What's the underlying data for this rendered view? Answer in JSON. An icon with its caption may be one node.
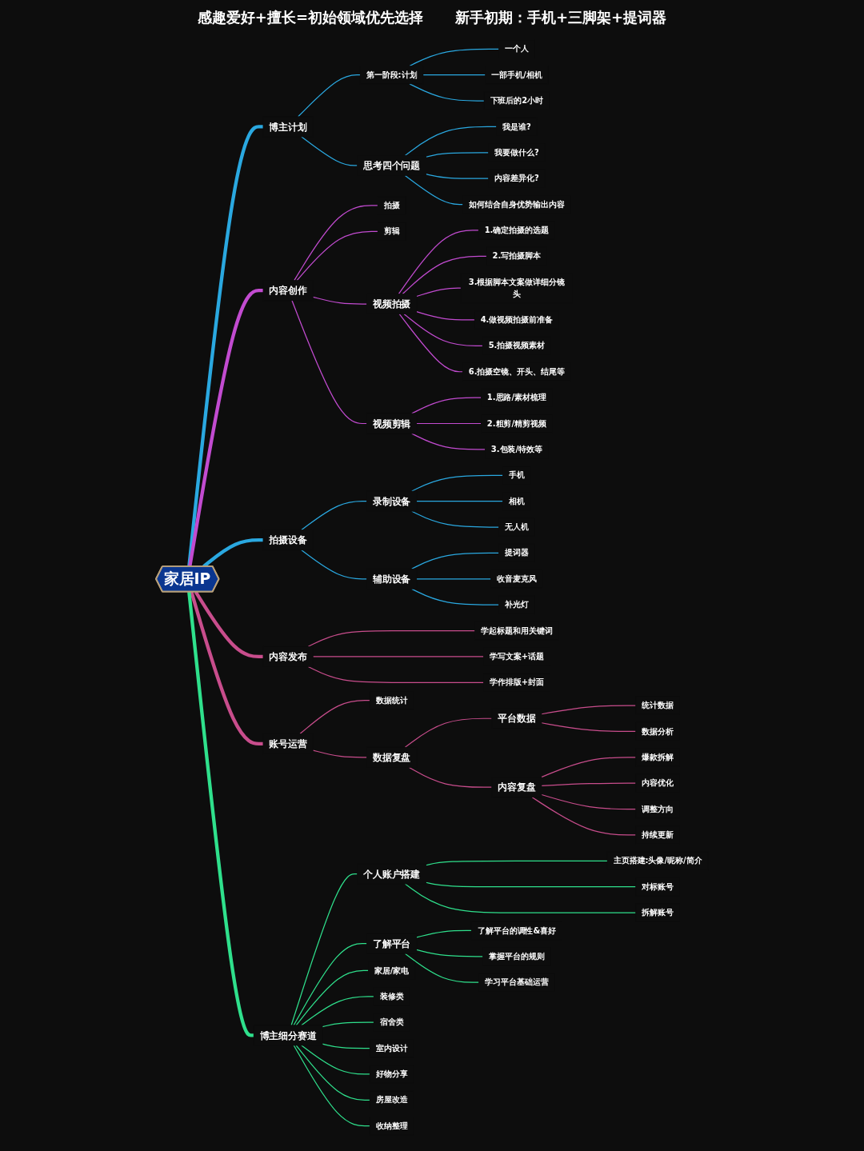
{
  "diagram": {
    "nodes": [
      {
        "text": [
          "家居IP"
        ]
      },
      {
        "text": [
          "博主计划"
        ]
      },
      {
        "text": [
          "第一阶段:计划"
        ]
      },
      {
        "text": [
          "一个人"
        ]
      },
      {
        "text": [
          "一部手机/相机"
        ]
      },
      {
        "text": [
          "下班后的2小时"
        ]
      },
      {
        "text": [
          "思考四个问题"
        ]
      },
      {
        "text": [
          "我是谁?"
        ]
      },
      {
        "text": [
          "我要做什么?"
        ]
      },
      {
        "text": [
          "内容差异化?"
        ]
      },
      {
        "text": [
          "如何结合自身优势输出内容"
        ]
      },
      {
        "text": [
          "内容创作"
        ]
      },
      {
        "text": [
          "拍摄"
        ]
      },
      {
        "text": [
          "剪辑"
        ]
      },
      {
        "text": [
          "视频拍摄"
        ]
      },
      {
        "text": [
          "1.确定拍摄的选题"
        ]
      },
      {
        "text": [
          "2.写拍摄脚本"
        ]
      },
      {
        "text": [
          "3.根据脚本文案做详细分镜头"
        ]
      },
      {
        "text": [
          "4.做视频拍摄前准备"
        ]
      },
      {
        "text": [
          "5.拍摄视频素材"
        ]
      },
      {
        "text": [
          "6.拍摄空镜、开头、结尾等"
        ]
      },
      {
        "text": [
          "视频剪辑"
        ]
      },
      {
        "text": [
          "1.思路/素材梳理"
        ]
      },
      {
        "text": [
          "2.粗剪/精剪视频"
        ]
      },
      {
        "text": [
          "3.包装/特效等"
        ]
      },
      {
        "text": [
          "拍摄设备"
        ]
      },
      {
        "text": [
          "录制设备"
        ]
      },
      {
        "text": [
          "手机"
        ]
      },
      {
        "text": [
          "相机"
        ]
      },
      {
        "text": [
          "无人机"
        ]
      },
      {
        "text": [
          "辅助设备"
        ]
      },
      {
        "text": [
          "提词器"
        ]
      },
      {
        "text": [
          "收音麦克风"
        ]
      },
      {
        "text": [
          "补光灯"
        ]
      },
      {
        "text": [
          "内容发布"
        ]
      },
      {
        "text": [
          "学起标题和用关键词"
        ]
      },
      {
        "text": [
          "学写文案+话题"
        ]
      },
      {
        "text": [
          "学作排版+封面"
        ]
      },
      {
        "text": [
          "账号运营"
        ]
      },
      {
        "text": [
          "数据统计"
        ]
      },
      {
        "text": [
          "数据复盘"
        ]
      },
      {
        "text": [
          "平台数据"
        ]
      },
      {
        "text": [
          "统计数据"
        ]
      },
      {
        "text": [
          "数据分析"
        ]
      },
      {
        "text": [
          "内容复盘"
        ]
      },
      {
        "text": [
          "爆款拆解"
        ]
      },
      {
        "text": [
          "内容优化"
        ]
      },
      {
        "text": [
          "调整方向"
        ]
      },
      {
        "text": [
          "持续更新"
        ]
      },
      {
        "text": [
          "博主细分赛道"
        ]
      },
      {
        "text": [
          "个人账户搭建"
        ]
      },
      {
        "text": [
          "主页搭建:头像/昵称/简介"
        ]
      },
      {
        "text": [
          "对标账号"
        ]
      },
      {
        "text": [
          "拆解账号"
        ]
      },
      {
        "text": [
          "了解平台"
        ]
      },
      {
        "text": [
          "了解平台的调性&喜好"
        ]
      },
      {
        "text": [
          "掌握平台的规则"
        ]
      },
      {
        "text": [
          "学习平台基础运营"
        ]
      },
      {
        "text": [
          "家居/家电"
        ]
      },
      {
        "text": [
          "装修类"
        ]
      },
      {
        "text": [
          "宿舍类"
        ]
      },
      {
        "text": [
          "室内设计"
        ]
      },
      {
        "text": [
          "好物分享"
        ]
      },
      {
        "text": [
          "房屋改造"
        ]
      },
      {
        "text": [
          "收纳整理"
        ]
      }
    ],
    "edges": [
      {
        "from": 0,
        "to": 1,
        "arrow": "none",
        "style": "thick"
      },
      {
        "from": 1,
        "to": 2,
        "arrow": "none"
      },
      {
        "from": 2,
        "to": 3,
        "arrow": "none"
      },
      {
        "from": 2,
        "to": 4,
        "arrow": "none"
      },
      {
        "from": 2,
        "to": 5,
        "arrow": "none"
      },
      {
        "from": 1,
        "to": 6,
        "arrow": "none"
      },
      {
        "from": 6,
        "to": 7,
        "arrow": "none"
      },
      {
        "from": 6,
        "to": 8,
        "arrow": "none"
      },
      {
        "from": 6,
        "to": 9,
        "arrow": "none"
      },
      {
        "from": 6,
        "to": 10,
        "arrow": "none"
      },
      {
        "from": 0,
        "to": 11,
        "arrow": "none",
        "style": "thick",
        "color": "#c24bd0"
      },
      {
        "from": 11,
        "to": 12,
        "arrow": "none",
        "color": "#c24bd0"
      },
      {
        "from": 11,
        "to": 13,
        "arrow": "none",
        "color": "#c24bd0"
      },
      {
        "from": 11,
        "to": 14,
        "arrow": "none",
        "color": "#c24bd0"
      },
      {
        "from": 14,
        "to": 15,
        "arrow": "none",
        "color": "#c24bd0"
      },
      {
        "from": 14,
        "to": 16,
        "arrow": "none",
        "color": "#c24bd0"
      },
      {
        "from": 14,
        "to": 17,
        "arrow": "none",
        "color": "#c24bd0"
      },
      {
        "from": 14,
        "to": 18,
        "arrow": "none",
        "color": "#c24bd0"
      },
      {
        "from": 14,
        "to": 19,
        "arrow": "none",
        "color": "#c24bd0"
      },
      {
        "from": 14,
        "to": 20,
        "arrow": "none",
        "color": "#c24bd0"
      },
      {
        "from": 11,
        "to": 21,
        "arrow": "none",
        "color": "#c24bd0"
      },
      {
        "from": 21,
        "to": 22,
        "arrow": "none",
        "color": "#c24bd0"
      },
      {
        "from": 21,
        "to": 23,
        "arrow": "none",
        "color": "#c24bd0"
      },
      {
        "from": 21,
        "to": 24,
        "arrow": "none",
        "color": "#c24bd0"
      },
      {
        "from": 0,
        "to": 25,
        "arrow": "none",
        "style": "thick"
      },
      {
        "from": 25,
        "to": 26,
        "arrow": "none"
      },
      {
        "from": 26,
        "to": 27,
        "arrow": "none"
      },
      {
        "from": 26,
        "to": 28,
        "arrow": "none"
      },
      {
        "from": 26,
        "to": 29,
        "arrow": "none"
      },
      {
        "from": 25,
        "to": 30,
        "arrow": "none"
      },
      {
        "from": 30,
        "to": 31,
        "arrow": "none"
      },
      {
        "from": 30,
        "to": 32,
        "arrow": "none"
      },
      {
        "from": 30,
        "to": 33,
        "arrow": "none"
      },
      {
        "from": 0,
        "to": 34,
        "arrow": "none",
        "style": "thick",
        "color": "#c84d8c"
      },
      {
        "from": 34,
        "to": 35,
        "arrow": "none",
        "color": "#c84d8c"
      },
      {
        "from": 34,
        "to": 36,
        "arrow": "none",
        "color": "#c84d8c"
      },
      {
        "from": 34,
        "to": 37,
        "arrow": "none",
        "color": "#c84d8c"
      },
      {
        "from": 0,
        "to": 38,
        "arrow": "none",
        "style": "thick",
        "color": "#c84d8c"
      },
      {
        "from": 38,
        "to": 39,
        "arrow": "none",
        "color": "#c84d8c"
      },
      {
        "from": 38,
        "to": 40,
        "arrow": "none",
        "color": "#c84d8c"
      },
      {
        "from": 40,
        "to": 41,
        "arrow": "none",
        "color": "#c84d8c"
      },
      {
        "from": 41,
        "to": 42,
        "arrow": "none",
        "color": "#c84d8c"
      },
      {
        "from": 41,
        "to": 43,
        "arrow": "none",
        "color": "#c84d8c"
      },
      {
        "from": 40,
        "to": 44,
        "arrow": "none",
        "color": "#c84d8c"
      },
      {
        "from": 44,
        "to": 45,
        "arrow": "none",
        "color": "#c84d8c"
      },
      {
        "from": 44,
        "to": 46,
        "arrow": "none",
        "color": "#c84d8c"
      },
      {
        "from": 44,
        "to": 47,
        "arrow": "none",
        "color": "#c84d8c"
      },
      {
        "from": 44,
        "to": 48,
        "arrow": "none",
        "color": "#c84d8c"
      },
      {
        "from": 0,
        "to": 49,
        "arrow": "none",
        "style": "thick",
        "color": "#2fe08c"
      },
      {
        "from": 49,
        "to": 50,
        "arrow": "none",
        "color": "#2fe08c"
      },
      {
        "from": 50,
        "to": 51,
        "arrow": "none",
        "color": "#2fe08c"
      },
      {
        "from": 50,
        "to": 52,
        "arrow": "none",
        "color": "#2fe08c"
      },
      {
        "from": 50,
        "to": 53,
        "arrow": "none",
        "color": "#2fe08c"
      },
      {
        "from": 49,
        "to": 54,
        "arrow": "none",
        "color": "#2fe08c"
      },
      {
        "from": 54,
        "to": 55,
        "arrow": "none",
        "color": "#2fe08c"
      },
      {
        "from": 54,
        "to": 56,
        "arrow": "none",
        "color": "#2fe08c"
      },
      {
        "from": 54,
        "to": 57,
        "arrow": "none",
        "color": "#2fe08c"
      },
      {
        "from": 49,
        "to": 58,
        "arrow": "none",
        "color": "#2fe08c"
      },
      {
        "from": 49,
        "to": 59,
        "arrow": "none",
        "color": "#2fe08c"
      },
      {
        "from": 49,
        "to": 60,
        "arrow": "none",
        "color": "#2fe08c"
      },
      {
        "from": 49,
        "to": 61,
        "arrow": "none",
        "color": "#2fe08c"
      },
      {
        "from": 49,
        "to": 62,
        "arrow": "none",
        "color": "#2fe08c"
      },
      {
        "from": 49,
        "to": 63,
        "arrow": "none",
        "color": "#2fe08c"
      },
      {
        "from": 49,
        "to": 64,
        "arrow": "none",
        "color": "#2fe08c"
      }
    ],
    "labels": [
      "感趣爱好+擅长=初始领域优先选择",
      "新手初期：手机+三脚架+提词器"
    ]
  }
}
